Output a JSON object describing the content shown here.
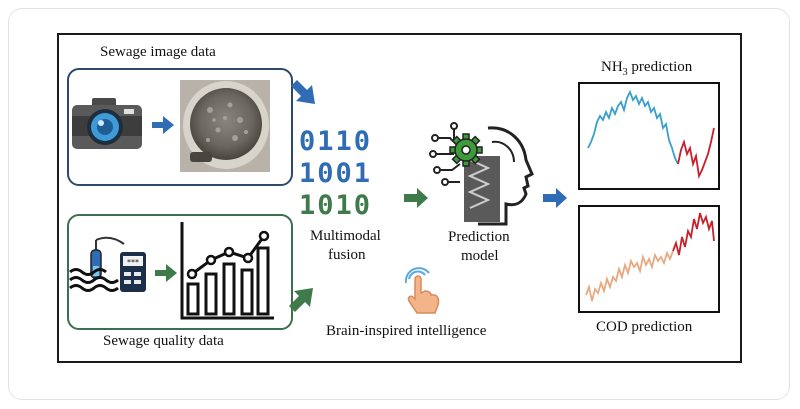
{
  "labels": {
    "sewage_image": "Sewage image data",
    "sewage_quality": "Sewage quality data",
    "fusion_line1": "Multimodal",
    "fusion_line2": "fusion",
    "model_line1": "Prediction",
    "model_line2": "model",
    "brain": "Brain-inspired intelligence",
    "nh3_prefix": "NH",
    "nh3_sub": "3",
    "nh3_suffix": " prediction",
    "cod": "COD prediction"
  },
  "binary_rows": [
    "0110",
    "1001",
    "1010"
  ],
  "colors": {
    "blue": "#2f6cb3",
    "green": "#3e7a4a",
    "nh3_history": "#3a9fc9",
    "nh3_forecast": "#c8202a",
    "cod_history": "#e8a981",
    "cod_forecast": "#c8202a"
  },
  "icons": [
    "camera-icon",
    "sewage-photo",
    "water-sensor-icon",
    "bar-line-chart-icon",
    "ai-head-icon",
    "touch-hand-icon"
  ]
}
